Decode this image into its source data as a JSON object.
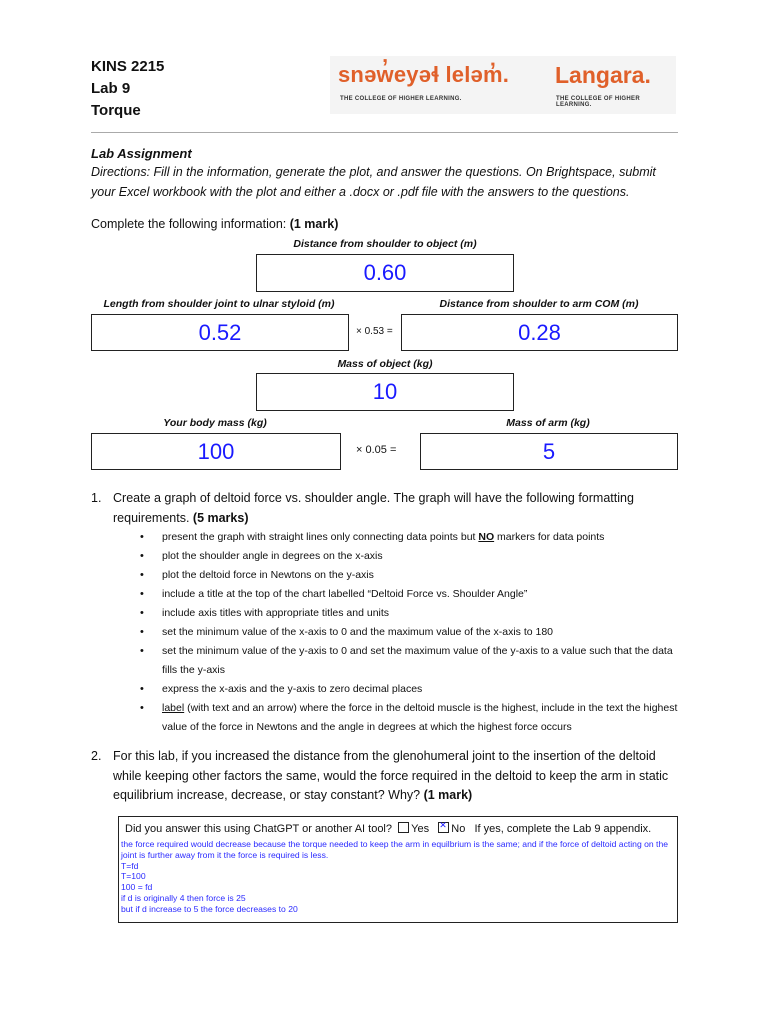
{
  "header": {
    "course": "KINS 2215",
    "lab": "Lab 9",
    "topic": "Torque",
    "logo_left": "snəw̓eyəɬ leləm̓.",
    "logo_left_sub": "THE COLLEGE OF HIGHER LEARNING.",
    "logo_right": "Langara.",
    "logo_right_sub": "THE COLLEGE OF HIGHER LEARNING.",
    "brand_color": "#e0602a"
  },
  "assignment": {
    "title": "Lab Assignment",
    "directions": "Directions: Fill in the information, generate the plot, and answer the questions. On Brightspace, submit your Excel workbook with the plot and either a .docx or .pdf file with the answers to the questions."
  },
  "info": {
    "intro": "Complete the following information: ",
    "intro_marks": "(1 mark)",
    "distance_object_label": "Distance from shoulder to object (m)",
    "distance_object_value": "0.60",
    "length_ulnar_label": "Length from shoulder joint to ulnar styloid (m)",
    "length_ulnar_value": "0.52",
    "factor_com": "× 0.53 =",
    "distance_com_label": "Distance from shoulder to arm COM (m)",
    "distance_com_value": "0.28",
    "mass_object_label": "Mass of object (kg)",
    "mass_object_value": "10",
    "body_mass_label": "Your body mass (kg)",
    "body_mass_value": "100",
    "factor_arm": "× 0.05 =",
    "mass_arm_label": "Mass of arm (kg)",
    "mass_arm_value": "5",
    "value_color": "#1a1aff"
  },
  "questions": {
    "q1_num": "1.",
    "q1_text": "Create a graph of deltoid force vs. shoulder angle. The graph will have the following formatting requirements. ",
    "q1_marks": "(5 marks)",
    "q1_bullets": {
      "b1_pre": "present the graph with straight lines only connecting data points but ",
      "b1_no": "NO",
      "b1_post": " markers for data points",
      "b2": "plot the shoulder angle in degrees on the x-axis",
      "b3": "plot the deltoid force in Newtons on the y-axis",
      "b4": "include a title at the top of the chart labelled “Deltoid Force vs. Shoulder Angle”",
      "b5": "include axis titles with appropriate titles and units",
      "b6": "set the minimum value of the x-axis to 0 and the maximum value of the x-axis to 180",
      "b7": "set the minimum value of the y-axis to 0 and set the maximum value of the y-axis to a value such that the data fills the y-axis",
      "b8": "express the x-axis and the y-axis to zero decimal places",
      "b9_label": "label",
      "b9_rest": " (with text and an arrow) where the force in the deltoid muscle is the highest, include in the text the highest value of the force in Newtons and the angle in degrees at which the highest force occurs"
    },
    "q2_num": "2.",
    "q2_text": "For this lab, if you increased the distance from the glenohumeral joint to the insertion of the deltoid while keeping other factors the same, would the force required in the deltoid to keep the arm in static equilibrium increase, decrease, or stay constant? Why? ",
    "q2_marks": "(1 mark)"
  },
  "answer": {
    "ai_question": "Did you answer this using ChatGPT or another AI tool?",
    "yes_label": "Yes",
    "no_label": "No",
    "no_checked": true,
    "appendix_note": "If yes, complete the Lab 9 appendix.",
    "lines": [
      "the force required would decrease because the torque needed to keep the arm in equilbrium is the same; and if the force of deltoid acting on the joint is further away from it the force is required is less.",
      "T=fd",
      "T=100",
      "100 = fd",
      "if d is originally 4 then force is 25",
      "but if d increase to 5 the force decreases to 20"
    ],
    "answer_color": "#2b2bff"
  }
}
